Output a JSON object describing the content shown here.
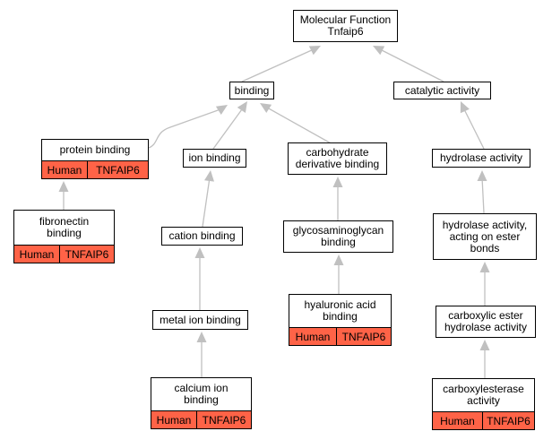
{
  "colors": {
    "edge": "#c0c0c0",
    "annotation": "#ff6347",
    "border": "#000000"
  },
  "nodes": {
    "root": {
      "lines": [
        "Molecular Function",
        "Tnfaip6"
      ]
    },
    "binding": {
      "lines": [
        "binding"
      ]
    },
    "catalytic": {
      "lines": [
        "catalytic activity"
      ]
    },
    "protein_binding": {
      "lines": [
        "protein binding"
      ],
      "species": "Human",
      "gene": "TNFAIP6"
    },
    "ion_binding": {
      "lines": [
        "ion binding"
      ]
    },
    "carb_binding": {
      "lines": [
        "carbohydrate",
        "derivative binding"
      ]
    },
    "hydrolase": {
      "lines": [
        "hydrolase activity"
      ]
    },
    "fibronectin": {
      "lines": [
        "fibronectin",
        "binding"
      ],
      "species": "Human",
      "gene": "TNFAIP6"
    },
    "cation": {
      "lines": [
        "cation binding"
      ]
    },
    "gag": {
      "lines": [
        "glycosaminoglycan",
        "binding"
      ]
    },
    "hydrolase_ester": {
      "lines": [
        "hydrolase activity,",
        "acting on ester",
        "bonds"
      ]
    },
    "metal_ion": {
      "lines": [
        "metal ion binding"
      ]
    },
    "hyaluronic": {
      "lines": [
        "hyaluronic acid",
        "binding"
      ],
      "species": "Human",
      "gene": "TNFAIP6"
    },
    "carboxylic": {
      "lines": [
        "carboxylic ester",
        "hydrolase activity"
      ]
    },
    "calcium": {
      "lines": [
        "calcium ion",
        "binding"
      ],
      "species": "Human",
      "gene": "TNFAIP6"
    },
    "carboxylesterase": {
      "lines": [
        "carboxylesterase",
        "activity"
      ],
      "species": "Human",
      "gene": "TNFAIP6"
    }
  }
}
